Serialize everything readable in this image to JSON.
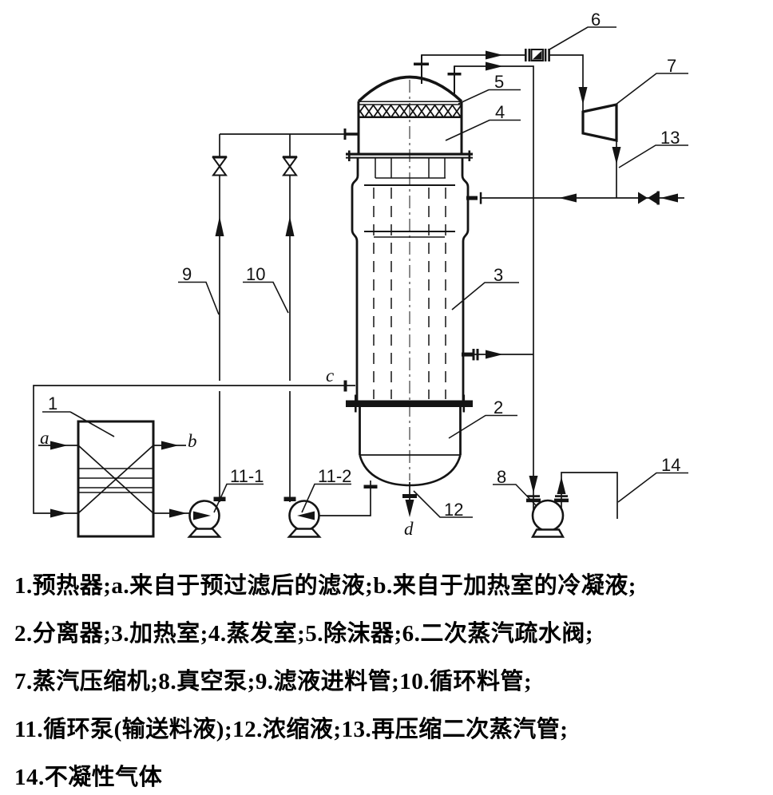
{
  "figure": {
    "callouts": {
      "c1": "1",
      "c2": "2",
      "c3": "3",
      "c4": "4",
      "c5": "5",
      "c6": "6",
      "c7": "7",
      "c8": "8",
      "c9": "9",
      "c10": "10",
      "c11_1": "11-1",
      "c11_2": "11-2",
      "c12": "12",
      "c13": "13",
      "c14": "14"
    },
    "ports": {
      "a": "a",
      "b": "b",
      "c": "c",
      "d": "d"
    },
    "line_color": "#141414"
  },
  "legend": {
    "lines": [
      "1.预热器;a.来自于预过滤后的滤液;b.来自于加热室的冷凝液;",
      "2.分离器;3.加热室;4.蒸发室;5.除沫器;6.二次蒸汽疏水阀;",
      "7.蒸汽压缩机;8.真空泵;9.滤液进料管;10.循环料管;",
      "11.循环泵(输送料液);12.浓缩液;13.再压缩二次蒸汽管;",
      "14.不凝性气体"
    ]
  }
}
